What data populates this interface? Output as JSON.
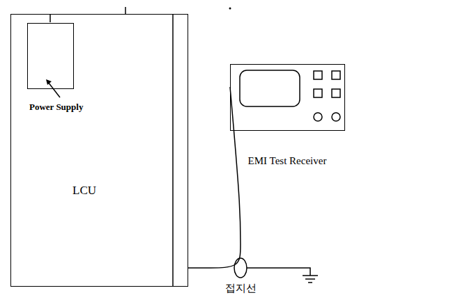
{
  "diagram": {
    "nodes": [
      {
        "text": [
          "LCU"
        ]
      },
      {
        "text": [
          "Power Supply"
        ],
        "in": 0
      },
      {
        "text": [
          "EMI Test Receiver"
        ]
      }
    ],
    "edges": [
      {
        "from": 0,
        "to": 2,
        "arrow": "none"
      }
    ],
    "labels": [
      "접지선"
    ]
  }
}
